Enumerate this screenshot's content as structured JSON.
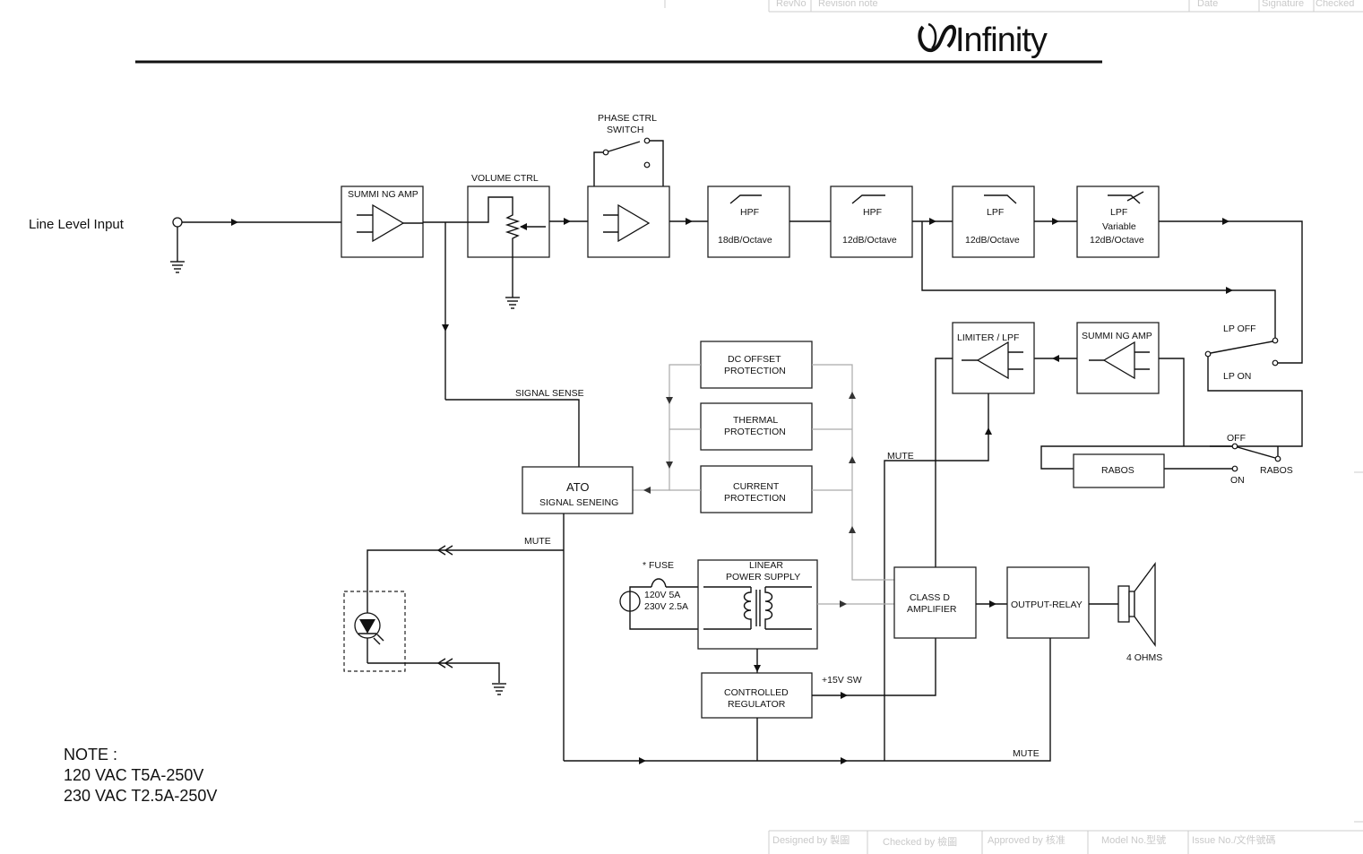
{
  "brand": {
    "logo_text": "Infinity"
  },
  "title_block_top": {
    "rev_no": "RevNo",
    "revision_note": "Revision note",
    "date": "Date",
    "signature": "Signature",
    "checked": "Checked"
  },
  "title_block_bottom": {
    "designed_by": "Designed by 製圖",
    "checked_by": "Checked by 檢圖",
    "approved_by": "Approved by 核准",
    "model_no": "Model No.型號",
    "issue_no": "Issue No./文件號碼"
  },
  "input": {
    "label": "Line Level Input"
  },
  "blocks": {
    "summing_amp_1": "SUMMI NG AMP",
    "volume_ctrl": "VOLUME CTRL",
    "phase_ctrl_line1": "PHASE CTRL",
    "phase_ctrl_line2": "SWITCH",
    "hpf1_name": "HPF",
    "hpf1_slope": "18dB/Octave",
    "hpf2_name": "HPF",
    "hpf2_slope": "12dB/Octave",
    "lpf1_name": "LPF",
    "lpf1_slope": "12dB/Octave",
    "lpf2_name": "LPF",
    "lpf2_variable": "Variable",
    "lpf2_slope": "12dB/Octave",
    "limiter_lpf": "LIMITER  /  LPF",
    "summing_amp_2": "SUMMI NG AMP",
    "lp_off": "LP OFF",
    "lp_on": "LP ON",
    "off": "OFF",
    "on": "ON",
    "rabos_switch": "RABOS",
    "rabos_box": "RABOS",
    "dc_offset_1": "DC OFFSET",
    "dc_offset_2": "PROTECTION",
    "thermal_1": "THERMAL",
    "thermal_2": "PROTECTION",
    "current_1": "CURRENT",
    "current_2": "PROTECTION",
    "signal_sense": "SIGNAL SENSE",
    "ato_1": "ATO",
    "ato_2": "SIGNAL SENEING",
    "mute_1": "MUTE",
    "mute_2": "MUTE",
    "mute_3": "MUTE",
    "fuse": "* FUSE",
    "fuse_120": "120V 5A",
    "fuse_230": "230V 2.5A",
    "linear_ps_1": "LINEAR",
    "linear_ps_2": "POWER SUPPLY",
    "class_d_1": "CLASS  D",
    "class_d_2": "AMPLIFIER",
    "output_relay": "OUTPUT-RELAY",
    "ohms": "4 OHMS",
    "regulator_1": "CONTROLLED",
    "regulator_2": "REGULATOR",
    "plus15": "+15V SW"
  },
  "note": {
    "title": "NOTE :",
    "line1": "120 VAC T5A-250V",
    "line2": "230 VAC T2.5A-250V"
  }
}
